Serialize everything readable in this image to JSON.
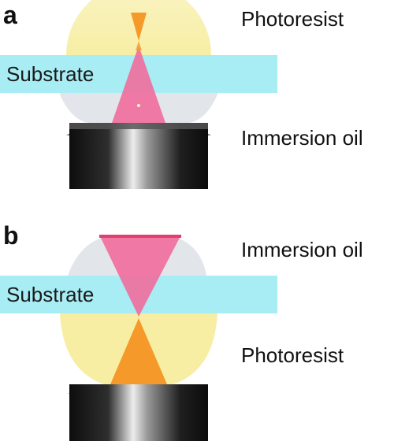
{
  "panels": [
    {
      "letter": "a",
      "substrate_label": "Substrate",
      "top_label": "Photoresist",
      "bottom_label": "Immersion oil"
    },
    {
      "letter": "b",
      "substrate_label": "Substrate",
      "top_label": "Immersion oil",
      "bottom_label": "Photoresist"
    }
  ],
  "colors": {
    "substrate": "#a8ecf4",
    "photoresist": "#f6ec9a",
    "immersion_oil": "#dde2e6",
    "laser_cone": "#f06a9a",
    "focus_spot": "#f59a2a",
    "objective_dark": "#141414",
    "objective_highlight": "#e8e8e8"
  }
}
